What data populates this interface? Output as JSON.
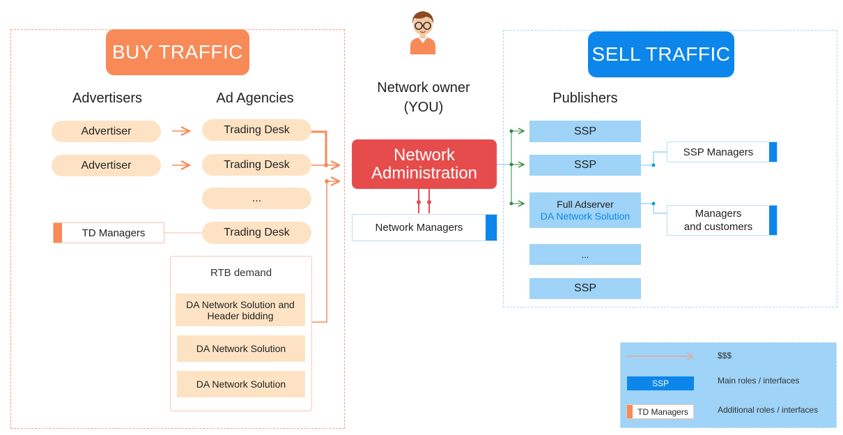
{
  "buy": {
    "title": "BUY TRAFFIC",
    "advertisers_header": "Advertisers",
    "agencies_header": "Ad Agencies",
    "advertisers": [
      "Advertiser",
      "Advertiser"
    ],
    "trading_desks": [
      "Trading Desk",
      "Trading Desk",
      "...",
      "Trading Desk"
    ],
    "td_managers": "TD Managers",
    "rtb": {
      "title": "RTB demand",
      "items": [
        "DA Network Solution and Header bidding",
        "DA Network Solution",
        "DA Network Solution"
      ]
    }
  },
  "center": {
    "owner_line1": "Network owner",
    "owner_line2": "(YOU)",
    "admin_line1": "Network",
    "admin_line2": "Administration",
    "managers": "Network Managers"
  },
  "sell": {
    "title": "SELL TRAFFIC",
    "publishers_header": "Publishers",
    "ssp1": "SSP",
    "ssp2": "SSP",
    "full_adserver_line1": "Full Adserver",
    "full_adserver_line2": "DA Network Solution",
    "dots": "...",
    "ssp3": "SSP",
    "ssp_managers": "SSP Managers",
    "managers_customers_line1": "Managers",
    "managers_customers_line2": "and customers"
  },
  "legend": {
    "money": "$$$",
    "main_swatch": "SSP",
    "main_label": "Main roles / interfaces",
    "additional_swatch": "TD Managers",
    "additional_label": "Additional roles / interfaces"
  },
  "colors": {
    "buy_accent": "#f78a57",
    "sell_accent": "#0c86ea",
    "admin_red": "#e64c4c",
    "cream": "#fde3c4",
    "light_blue": "#9fd3f7",
    "flow_green": "#2e8b3a"
  }
}
